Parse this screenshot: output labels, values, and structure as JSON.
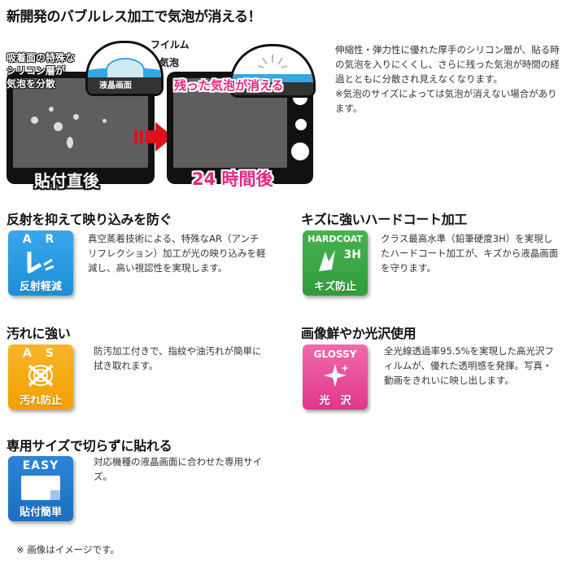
{
  "headline": "新開発のバブルレス加工で気泡が消える！",
  "illustration": {
    "callout_silicone": [
      "吸着面の特殊な",
      "シリコン層が",
      "気泡を分散"
    ],
    "label_film": "フイルム",
    "label_bubble": "気泡",
    "label_lcd": "液晶画面",
    "label_remaining": "残った気泡が消える",
    "label_after_apply": "貼付直後",
    "label_24h": "24 時間後"
  },
  "intro_text": [
    "伸縮性・弾力性に優れた厚手のシリコン層が、貼る時",
    "の気泡を入りにくくし、さらに残った気泡が時間の経",
    "過とともに分散され見えなくなります。",
    "※気泡のサイズによっては気泡が消えない場合があり",
    "ます。"
  ],
  "features": [
    {
      "title": "反射を抑えて映り込みを防ぐ",
      "icon_top": "A R",
      "icon_caption": "反射軽減",
      "lines": [
        "真空蒸着技術による、特殊なAR（アンチ",
        "リフレクション）加工が光の映り込みを軽",
        "減し、高い視認性を実現します。"
      ]
    },
    {
      "title": "キズに強いハードコート加工",
      "icon_top": "HARDCOAT",
      "icon_sub": "3H",
      "icon_caption": "キズ防止",
      "lines": [
        "クラス最高水準（鉛筆硬度3H）を実現し",
        "たハードコート加工が、キズから液晶画面",
        "を守ります。"
      ]
    },
    {
      "title": "汚れに強い",
      "icon_top": "A S",
      "icon_caption": "汚れ防止",
      "lines": [
        "防汚加工付きで、指紋や油汚れが簡単に",
        "拭き取れます。"
      ]
    },
    {
      "title": "画像鮮やか光沢使用",
      "icon_top": "GLOSSY",
      "icon_caption": "光　沢",
      "lines": [
        "全光線透過率95.5%を実現した高光沢フ",
        "ィルムが、優れた透明感を発揮。写真・",
        "動画をきれいに映し出します。"
      ]
    },
    {
      "title": "専用サイズで切らずに貼れる",
      "icon_top": "EASY",
      "icon_caption": "貼付簡単",
      "lines": [
        "対応機種の液晶画面に合わせた専用サイ",
        "ズ。"
      ]
    }
  ],
  "footnote": "※ 画像はイメージです。",
  "colors": {
    "ar_blue": "#1a8fd8",
    "hardcoat_green": "#2f9e3a",
    "as_orange": "#f2a100",
    "glossy_pink": "#e0388c",
    "easy_blue": "#1b6fc0",
    "accent_pink": "#e6287f",
    "arrow_red": "#d8141a"
  }
}
